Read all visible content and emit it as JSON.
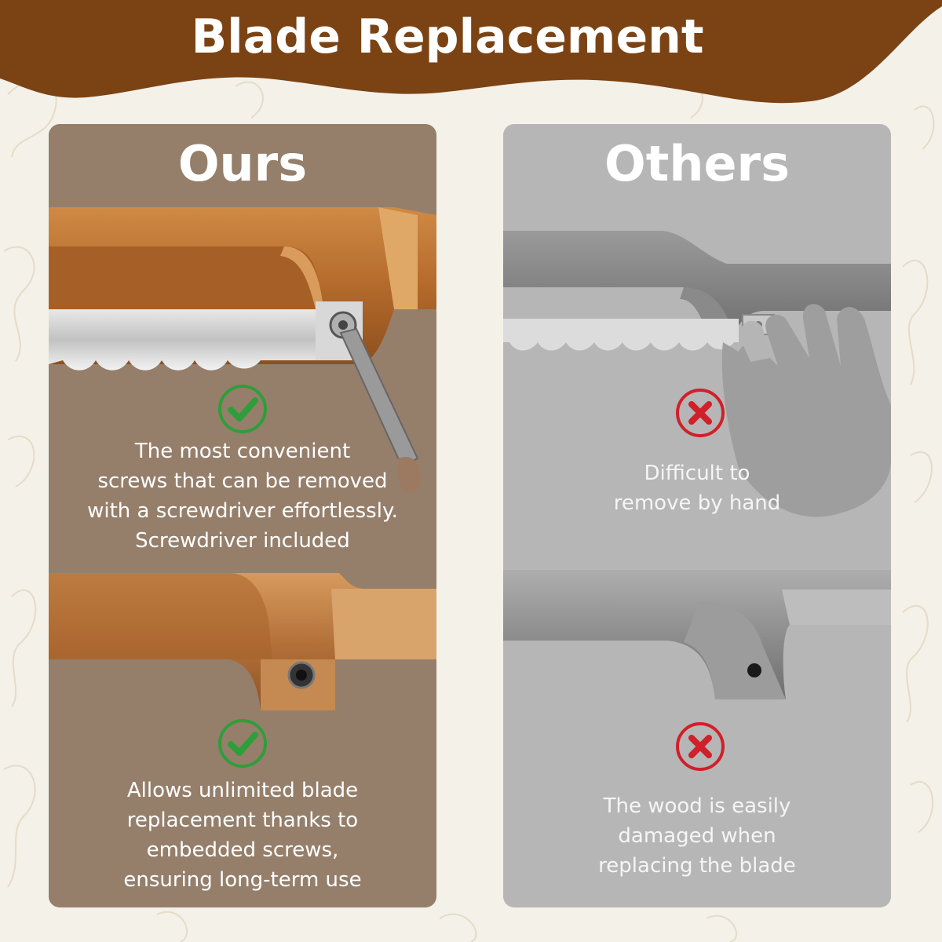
{
  "banner": {
    "title": "Blade Replacement",
    "color": "#7b4313"
  },
  "ours": {
    "title": "Ours",
    "panel_color": "#957f6b",
    "check_color": "#2e9e3a",
    "feature_1_lines": [
      "The most convenient",
      "screws that can be removed",
      "with a screwdriver effortlessly.",
      "Screwdriver included"
    ],
    "feature_2_lines": [
      "Allows unlimited blade",
      "replacement thanks to",
      "embedded screws,",
      "ensuring long-term use"
    ]
  },
  "others": {
    "title": "Others",
    "panel_color": "#b6b6b6",
    "cross_color": "#d0202a",
    "feature_1_lines": [
      "Difficult to",
      "remove by hand"
    ],
    "feature_2_lines": [
      "The wood is easily",
      "damaged when",
      "replacing the blade"
    ]
  }
}
